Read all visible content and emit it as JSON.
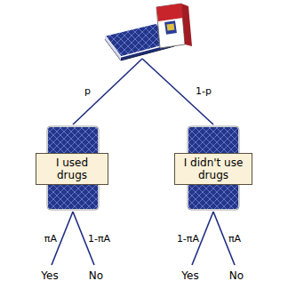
{
  "diagram": {
    "nodes": [
      {
        "text": [
          "I used drugs"
        ]
      },
      {
        "text": [
          "I didn't use drugs"
        ]
      }
    ],
    "labels": [
      "p",
      "1-p",
      "πA",
      "1-πA",
      "Yes",
      "No",
      "1-πA",
      "πA",
      "Yes",
      "No"
    ]
  }
}
